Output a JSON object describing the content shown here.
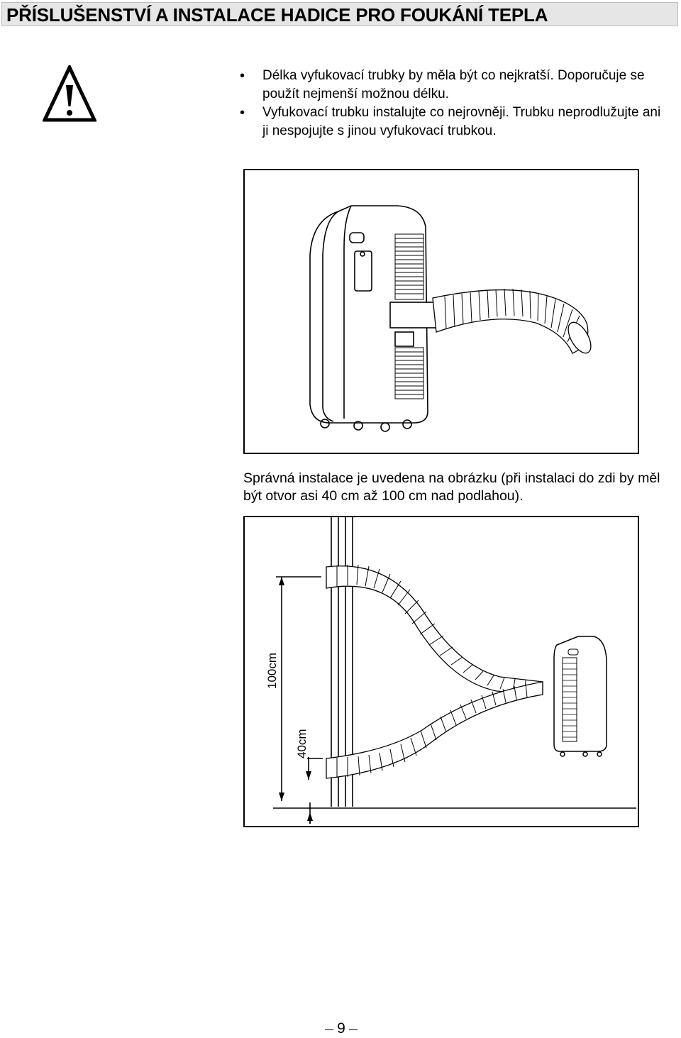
{
  "header": {
    "title": "PŘÍSLUŠENSTVÍ A INSTALACE HADICE PRO FOUKÁNÍ TEPLA"
  },
  "warning": {
    "icon": "warning-triangle-icon",
    "bullets": [
      "Délka vyfukovací trubky by měla být co nejkratší. Doporučuje se použít nejmenší možnou délku.",
      "Vyfukovací trubku instalujte co nejrovněji. Trubku neprodlužujte ani ji nespojujte s jinou vyfukovací trubkou."
    ]
  },
  "caption": "Správná instalace je uvedena na obrázku (při instalaci do zdi by měl být otvor asi 40 cm až 100 cm nad podlahou).",
  "figure2": {
    "label_high": "100cm",
    "label_low": "40cm"
  },
  "page_number": "9"
}
